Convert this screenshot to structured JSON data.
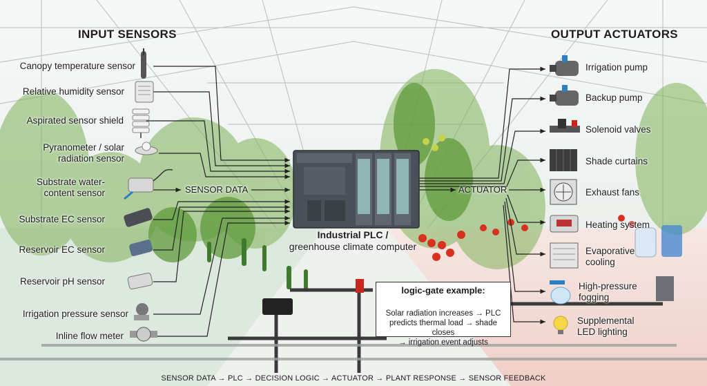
{
  "diagram": {
    "input_header": "INPUT SENSORS",
    "output_header": "OUTPUT ACTUATORS",
    "inputs": [
      "Canopy temperature sensor",
      "Relative humidity sensor",
      "Aspirated sensor shield",
      "Pyranometer / solar radiation sensor",
      "Substrate water-content sensor",
      "Substrate EC sensor",
      "Reservoir EC sensor",
      "Reservoir pH sensor",
      "Irrigation pressure sensor",
      "Inline flow meter"
    ],
    "inputs_lines": {
      "pyranometer": [
        "Pyranometer / solar",
        "radiation sensor"
      ],
      "substrate_wc": [
        "Substrate water-",
        "content sensor"
      ]
    },
    "outputs": [
      "Irrigation pump",
      "Backup pump",
      "Solenoid valves",
      "Shade curtains",
      "Exhaust fans",
      "Heating system",
      "Evaporative cooling",
      "High-pressure fogging",
      "Supplemental LED lighting"
    ],
    "outputs_lines": {
      "evap": [
        "Evaporative",
        "cooling"
      ],
      "fog": [
        "High-pressure",
        "fogging"
      ],
      "led": [
        "Supplemental",
        "LED lighting"
      ]
    },
    "sensor_data_label": "SENSOR DATA",
    "actuator_label": "ACTUATOR",
    "plc_title": "Industrial PLC /",
    "plc_subtitle": "greenhouse climate computer",
    "logic_title": "logic-gate example:",
    "logic_lines": [
      "Solar radiation increases → PLC",
      "predicts thermal load → shade closes",
      "→ irrigation event adjusts"
    ],
    "footer": "SENSOR DATA → PLC → DECISION LOGIC → ACTUATOR → PLANT RESPONSE → SENSOR FEEDBACK"
  },
  "colors": {
    "sensor_arrow": "#222222",
    "actuator_arrow": "#222222",
    "plc_body": "#4a5058",
    "plc_module": "#8fb6b3",
    "tomato": "#d8321f",
    "leaf": "#5f9a3a",
    "floor_left": "#dfe9e0",
    "floor_right": "#f3d9d4",
    "logic_arrow_yellow": "#e0b020",
    "logic_arrow_blue": "#3a7fd0"
  }
}
